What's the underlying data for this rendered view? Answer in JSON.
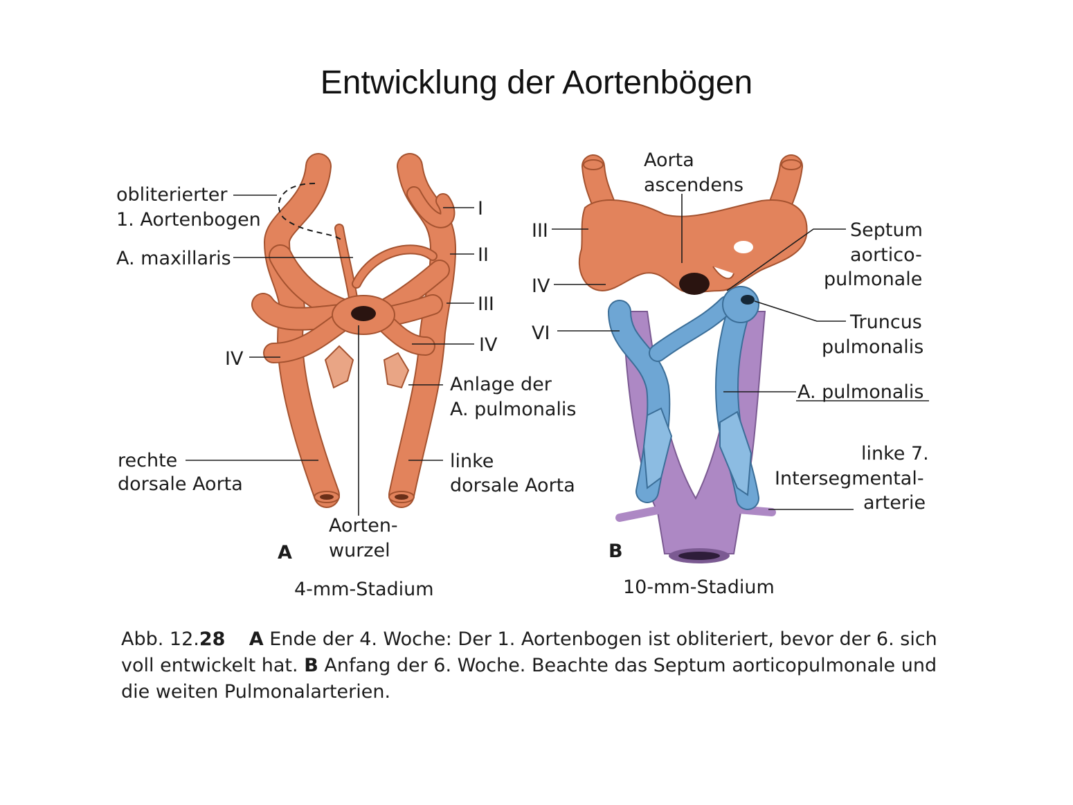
{
  "title": "Entwicklung der Aortenbögen",
  "panelA": {
    "letter": "A",
    "stage": "4-mm-Stadium",
    "labels": {
      "obliterated_line1": "obliterierter",
      "obliterated_line2": "1. Aortenbogen",
      "maxillaris": "A. maxillaris",
      "arch_I": "I",
      "arch_II": "II",
      "arch_III": "III",
      "arch_IV_right": "IV",
      "arch_IV_left": "IV",
      "anlage_line1": "Anlage der",
      "anlage_line2": "A. pulmonalis",
      "rechte_line1": "rechte",
      "rechte_line2": "dorsale Aorta",
      "linke_line1": "linke",
      "linke_line2": "dorsale Aorta",
      "wurzel_line1": "Aorten-",
      "wurzel_line2": "wurzel"
    }
  },
  "panelB": {
    "letter": "B",
    "stage": "10-mm-Stadium",
    "labels": {
      "ascendens_line1": "Aorta",
      "ascendens_line2": "ascendens",
      "arch_III": "III",
      "arch_IV": "IV",
      "arch_VI": "VI",
      "septum_line1": "Septum",
      "septum_line2": "aortico-",
      "septum_line3": "pulmonale",
      "truncus_line1": "Truncus",
      "truncus_line2": "pulmonalis",
      "pulmonalis": "A. pulmonalis",
      "inter_line1": "linke 7.",
      "inter_line2": "Intersegmental-",
      "inter_line3": "arterie"
    }
  },
  "caption": {
    "fig_prefix": "Abb. 12.",
    "fig_number": "28",
    "a_marker": "A",
    "a_text": " Ende der 4. Woche: Der 1. Aortenbogen ist obliteriert, bevor der 6. sich voll entwickelt hat. ",
    "b_marker": "B",
    "b_text": " Anfang der 6. Woche. Beachte das Septum aorticopulmonale und die weiten Pulmonalarterien."
  },
  "colors": {
    "aorta": "#e2835c",
    "pulmonary": "#6ea6d4",
    "dorsal_aorta_b": "#ad88c4"
  }
}
